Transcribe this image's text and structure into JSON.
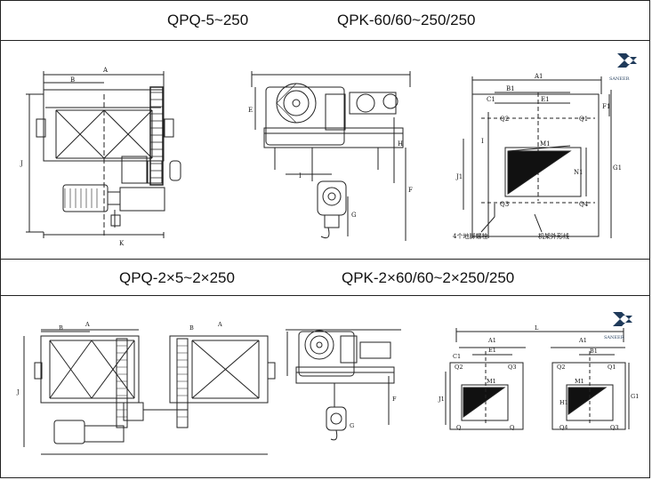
{
  "headers": {
    "top_left": "QPQ-5~250",
    "top_right": "QPK-60/60~250/250",
    "bottom_left": "QPQ-2×5~2×250",
    "bottom_right": "QPK-2×60/60~2×250/250"
  },
  "logo": {
    "text": "SANEER",
    "color": "#1f3a5a"
  },
  "labels": {
    "A": "A",
    "B": "B",
    "J": "J",
    "K": "K",
    "E": "E",
    "H": "H",
    "I": "I",
    "F": "F",
    "G": "G",
    "A1": "A1",
    "B1": "B1",
    "E1": "E1",
    "C1": "C1",
    "F1": "F1",
    "J1": "J1",
    "G1": "G1",
    "M1": "M1",
    "N1": "N1",
    "H1": "H1",
    "Q1": "Q1",
    "Q2": "Q2",
    "Q3": "Q3",
    "Q4": "Q4",
    "Q": "Q",
    "L": "L"
  },
  "notes": {
    "bolts": "4个地脚螺栓",
    "frame": "机架外形线"
  }
}
